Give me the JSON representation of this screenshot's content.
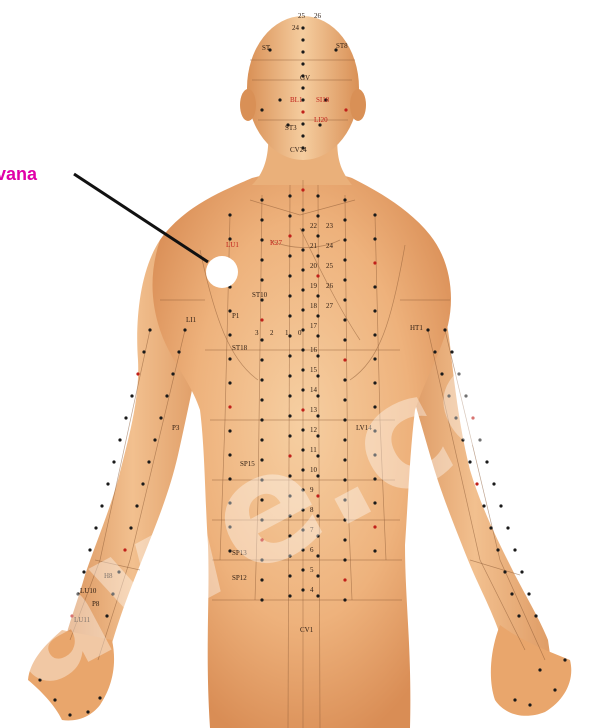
{
  "callout": {
    "label": "vana"
  },
  "watermark": {
    "text": "awe.com"
  },
  "colors": {
    "callout": "#e000a8",
    "skin_light": "#f6cfa2",
    "skin_mid": "#e9a66c",
    "skin_dark": "#c97a43",
    "point": "#1a1a1a",
    "point_red": "#c0201a"
  },
  "labels": {
    "st": "ST",
    "st8": "ST8",
    "gv": "GV",
    "gv24": "24",
    "gv25": "25",
    "gv26": "26",
    "bl1": "BL1",
    "si18": "SI18",
    "li20": "LI20",
    "st3": "ST3",
    "cv24": "CV24",
    "lu1": "LU1",
    "k27": "K27",
    "st10": "ST10",
    "p1": "P1",
    "st18": "ST18",
    "ll1": "LI1",
    "p3": "P3",
    "sp15": "SP15",
    "sp13": "SP13",
    "sp12": "SP12",
    "lu10": "LU10",
    "lu11": "LU11",
    "h8": "H8",
    "p8": "P8",
    "lv14": "LV14",
    "cv1": "CV1",
    "ht1": "HT1",
    "l0": "0",
    "l1": "1",
    "l2": "2",
    "l3": "3",
    "n20": "20",
    "n21": "21",
    "n22": "22",
    "n23": "23",
    "n24": "24",
    "n25": "25",
    "n26": "26",
    "n27": "27",
    "n16": "16",
    "n17": "17",
    "n18": "18",
    "n19": "19",
    "n14": "14",
    "n15": "15",
    "n13": "13",
    "n12": "12",
    "n11": "11",
    "n10": "10",
    "n9": "9",
    "n8": "8",
    "n7": "7",
    "n6": "6",
    "n5": "5",
    "n4": "4"
  }
}
